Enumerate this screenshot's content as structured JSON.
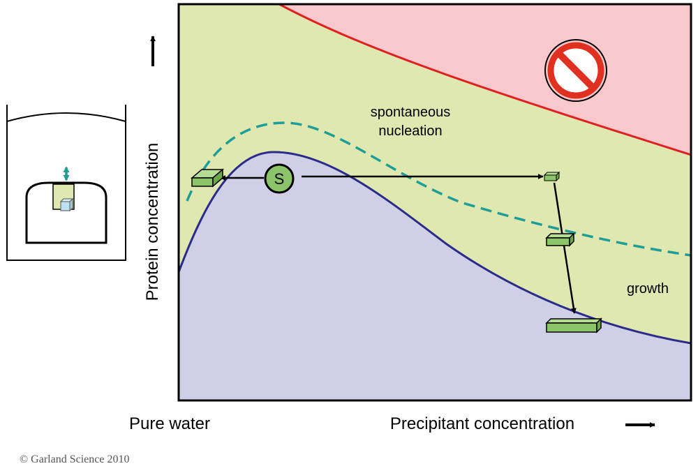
{
  "diagram": {
    "region_labels": {
      "nucleation": [
        "spontaneous",
        "nucleation"
      ],
      "growth": "growth"
    },
    "axis": {
      "y_label": "Protein concentration",
      "x_left_label": "Pure water",
      "x_right_label": "Precipitant concentration"
    },
    "start_marker": "S",
    "icons": [
      "prohibited-icon",
      "up-arrow-icon",
      "right-arrow-icon",
      "crystal-icon"
    ],
    "colors": {
      "precipitation_zone": "#f8c8cc",
      "nucleation_zone": "#dfe8b0",
      "undersaturated_zone": "#cfcfe8",
      "solubility_curve": "#2b2b8a",
      "precipitation_boundary": "#e02020",
      "metastable_boundary": "#1e9e96",
      "crystal": "#8cc46a",
      "start_marker_fill": "#8cc46a",
      "prohibit_sign": "#e03020"
    }
  },
  "footer": {
    "copyright": "© Garland Science 2010"
  }
}
